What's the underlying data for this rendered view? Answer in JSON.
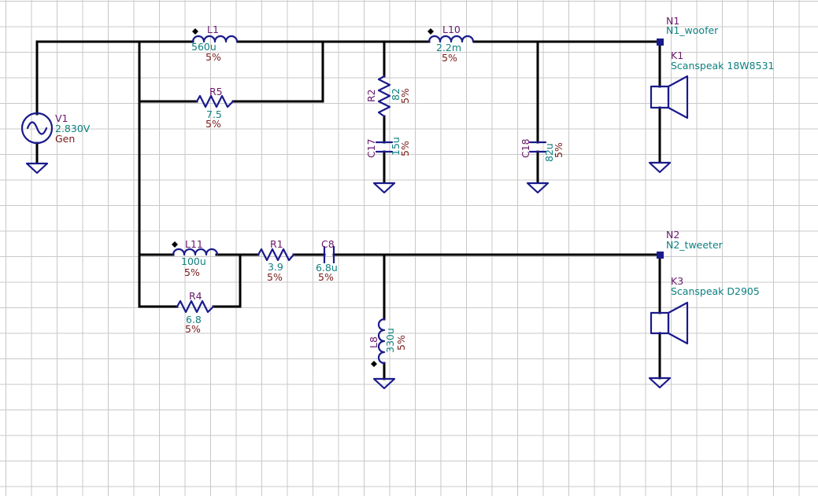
{
  "source": {
    "ref": "V1",
    "value": "2.830V",
    "sub": "Gen"
  },
  "inductors": {
    "L1": {
      "ref": "L1",
      "value": "560u",
      "tol": "5%"
    },
    "L10": {
      "ref": "L10",
      "value": "2.2m",
      "tol": "5%"
    },
    "L11": {
      "ref": "L11",
      "value": "100u",
      "tol": "5%"
    },
    "L8": {
      "ref": "L8",
      "value": "330u",
      "tol": "5%"
    }
  },
  "resistors": {
    "R5": {
      "ref": "R5",
      "value": "7.5",
      "tol": "5%"
    },
    "R2": {
      "ref": "R2",
      "value": "82",
      "tol": "5%"
    },
    "R1": {
      "ref": "R1",
      "value": "3.9",
      "tol": "5%"
    },
    "R4": {
      "ref": "R4",
      "value": "6.8",
      "tol": "5%"
    }
  },
  "capacitors": {
    "C17": {
      "ref": "C17",
      "value": "15u",
      "tol": "5%"
    },
    "C18": {
      "ref": "C18",
      "value": "82u",
      "tol": "5%"
    },
    "C8": {
      "ref": "C8",
      "value": "6.8u",
      "tol": "5%"
    }
  },
  "nodes": {
    "N1": {
      "ref": "N1",
      "name": "N1_woofer"
    },
    "N2": {
      "ref": "N2",
      "name": "N2_tweeter"
    }
  },
  "speakers": {
    "K1": {
      "ref": "K1",
      "model": "Scanspeak 18W8531"
    },
    "K3": {
      "ref": "K3",
      "model": "Scanspeak D2905"
    }
  },
  "colors": {
    "wire": "#000000",
    "component": "#1a1a8c",
    "ref_text": "#6a1a6a",
    "value_text": "#0f8080",
    "tol_text": "#7a1a1a",
    "grid": "#c8c8c8"
  }
}
